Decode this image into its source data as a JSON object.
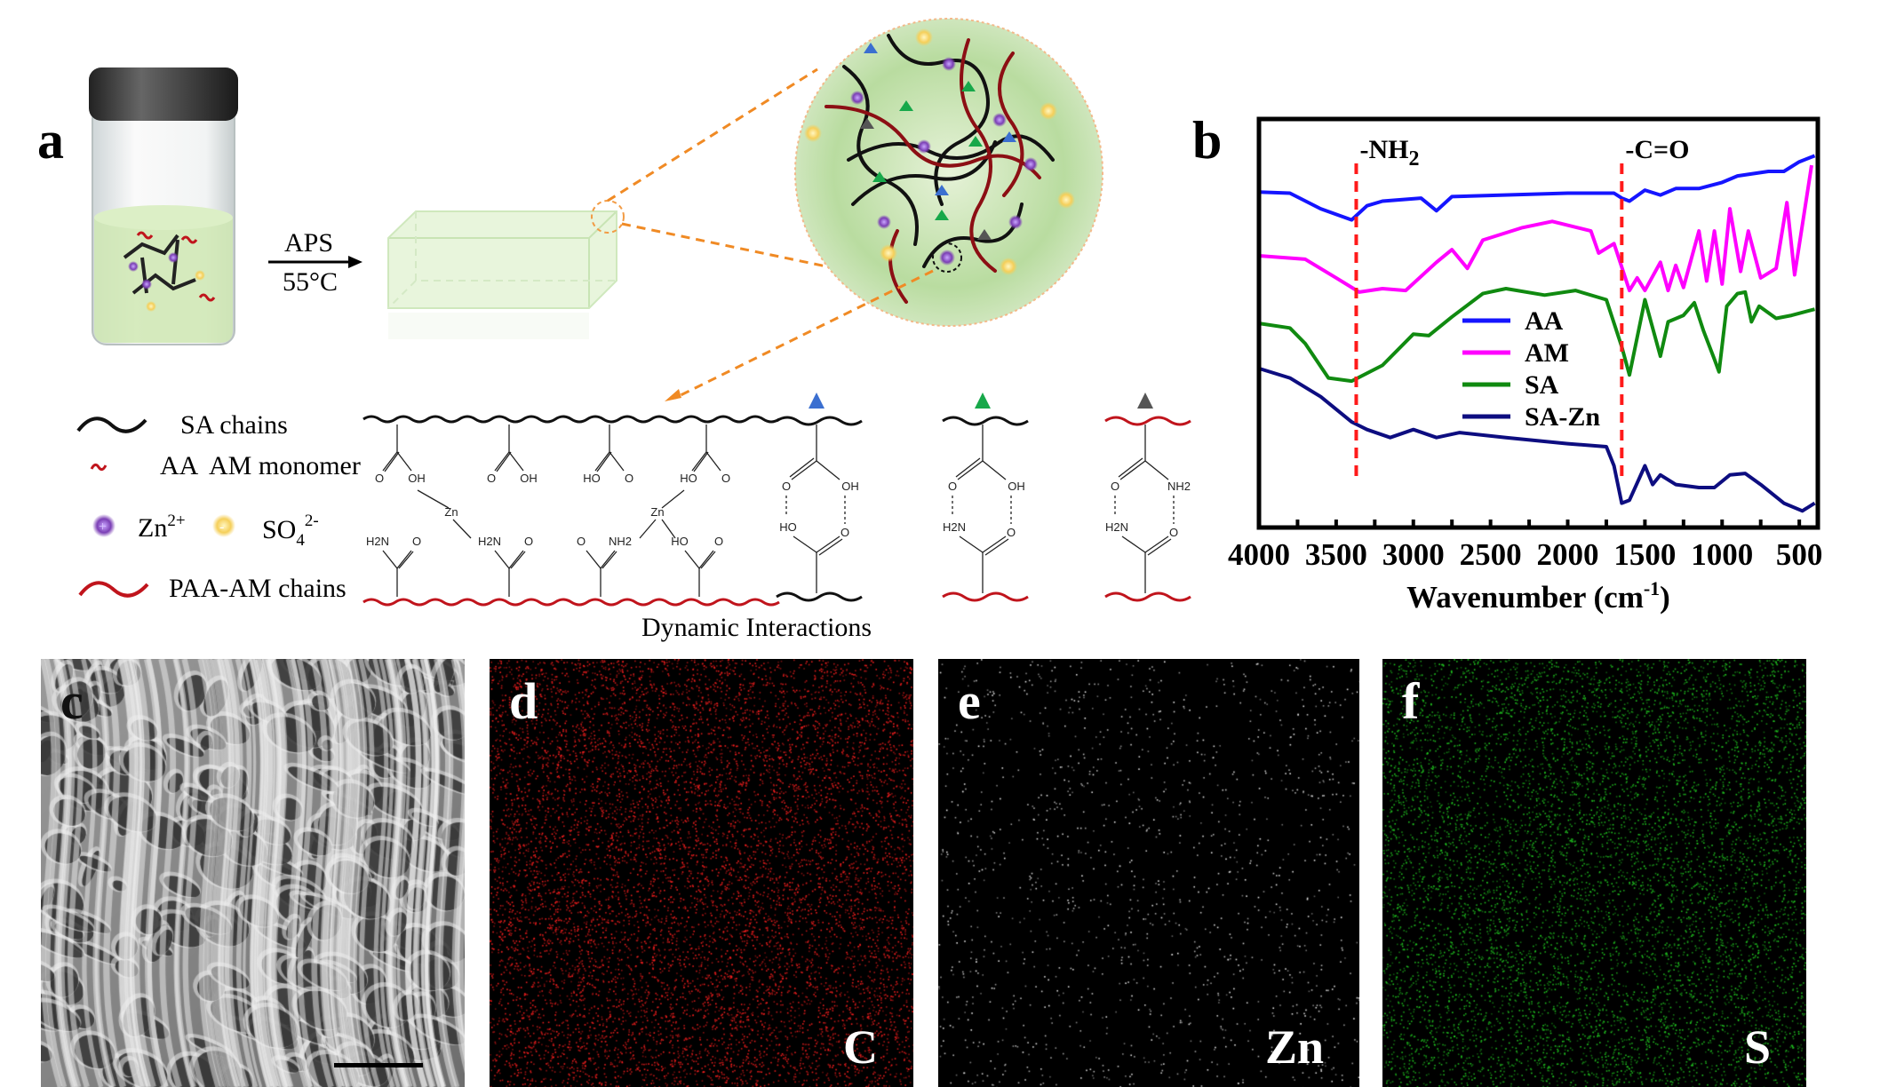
{
  "panel_labels": {
    "a": "a",
    "b": "b",
    "c": "c",
    "d": "d",
    "e": "e",
    "f": "f"
  },
  "panel_a": {
    "reaction": {
      "initiator": "APS",
      "temperature": "55°C"
    },
    "legend": {
      "sa_chains": "SA chains",
      "monomer": "AA  AM monomer",
      "zn": "Zn",
      "zn_sup": "2+",
      "so4": "SO",
      "so4_sub": "4",
      "so4_sup": "2-",
      "paa_chains": "PAA-AM chains"
    },
    "caption": "Dynamic Interactions",
    "chem": {
      "O": "O",
      "OH": "OH",
      "HO": "HO",
      "Zn": "Zn",
      "H2N": "H2N",
      "NH2": "NH2"
    },
    "colors": {
      "sa_chain": "#111111",
      "paa_chain": "#c0141c",
      "zn": "#7b3fb5",
      "so4": "#f5cf5a",
      "tri_blue": "#3b6fd0",
      "tri_green": "#17a84a",
      "tri_gray": "#555555",
      "dash": "#f08a24"
    }
  },
  "chart_data": {
    "type": "line",
    "title": "",
    "xlabel": "Wavenumber (cm",
    "xlabel_sup": "-1",
    "xlabel_end": ")",
    "ylabel": "",
    "xlim": [
      4000,
      380
    ],
    "ylim": [
      0,
      100
    ],
    "xticks": [
      4000,
      3500,
      3000,
      2500,
      2000,
      1500,
      1000,
      500
    ],
    "xtick_labels": [
      "4000",
      "3500",
      "3000",
      "2500",
      "2000",
      "1500",
      "1000",
      "500"
    ],
    "legend_placement": "center",
    "annotations": [
      {
        "text": "-NH",
        "sub": "2",
        "x": 3370
      },
      {
        "text": "-C=O",
        "x": 1650
      }
    ],
    "series": [
      {
        "name": "AA",
        "color": "#1515ff",
        "points": [
          [
            4000,
            86
          ],
          [
            3800,
            85.7
          ],
          [
            3600,
            81.6
          ],
          [
            3400,
            78.7
          ],
          [
            3300,
            82.4
          ],
          [
            3200,
            83.6
          ],
          [
            2950,
            84.4
          ],
          [
            2850,
            81.1
          ],
          [
            2750,
            84.8
          ],
          [
            2000,
            85.7
          ],
          [
            1700,
            85.7
          ],
          [
            1650,
            84.4
          ],
          [
            1600,
            83.6
          ],
          [
            1500,
            86.5
          ],
          [
            1400,
            85.2
          ],
          [
            1300,
            86.9
          ],
          [
            1150,
            86.9
          ],
          [
            1000,
            88.5
          ],
          [
            900,
            90.2
          ],
          [
            700,
            91.4
          ],
          [
            600,
            91.4
          ],
          [
            500,
            93.9
          ],
          [
            400,
            95.5
          ]
        ]
      },
      {
        "name": "AM",
        "color": "#ff00ff",
        "points": [
          [
            4000,
            69.3
          ],
          [
            3700,
            68.4
          ],
          [
            3500,
            63.5
          ],
          [
            3350,
            59.8
          ],
          [
            3200,
            60.7
          ],
          [
            3050,
            60.2
          ],
          [
            2850,
            67.6
          ],
          [
            2750,
            70.9
          ],
          [
            2650,
            66
          ],
          [
            2550,
            73.4
          ],
          [
            2300,
            76.6
          ],
          [
            2100,
            78.3
          ],
          [
            1850,
            75.8
          ],
          [
            1800,
            70
          ],
          [
            1700,
            72.5
          ],
          [
            1600,
            60.2
          ],
          [
            1550,
            63.5
          ],
          [
            1500,
            60.2
          ],
          [
            1400,
            67.6
          ],
          [
            1350,
            60.2
          ],
          [
            1300,
            66.8
          ],
          [
            1250,
            61
          ],
          [
            1150,
            75.8
          ],
          [
            1100,
            62.7
          ],
          [
            1050,
            75.8
          ],
          [
            1000,
            61.9
          ],
          [
            950,
            81.6
          ],
          [
            880,
            65.2
          ],
          [
            830,
            75.8
          ],
          [
            750,
            63.5
          ],
          [
            650,
            66
          ],
          [
            580,
            83.2
          ],
          [
            530,
            64.3
          ],
          [
            420,
            93
          ]
        ]
      },
      {
        "name": "SA",
        "color": "#108a10",
        "points": [
          [
            4000,
            51.6
          ],
          [
            3800,
            50.4
          ],
          [
            3700,
            46.3
          ],
          [
            3550,
            37.3
          ],
          [
            3400,
            36.5
          ],
          [
            3200,
            40.6
          ],
          [
            3000,
            48.8
          ],
          [
            2900,
            48.4
          ],
          [
            2750,
            53.3
          ],
          [
            2550,
            59.4
          ],
          [
            2400,
            60.7
          ],
          [
            2150,
            59
          ],
          [
            1950,
            60.2
          ],
          [
            1750,
            57.8
          ],
          [
            1650,
            45.5
          ],
          [
            1600,
            38.1
          ],
          [
            1500,
            57.8
          ],
          [
            1400,
            43
          ],
          [
            1350,
            52
          ],
          [
            1250,
            53.7
          ],
          [
            1180,
            57
          ],
          [
            1120,
            49.6
          ],
          [
            1050,
            42.2
          ],
          [
            1020,
            38.9
          ],
          [
            970,
            56.1
          ],
          [
            900,
            59.4
          ],
          [
            850,
            59.8
          ],
          [
            810,
            52
          ],
          [
            760,
            56.1
          ],
          [
            650,
            52.9
          ],
          [
            550,
            53.7
          ],
          [
            400,
            55.3
          ]
        ]
      },
      {
        "name": "SA-Zn",
        "color": "#0d0d80",
        "points": [
          [
            4000,
            39.8
          ],
          [
            3800,
            37.3
          ],
          [
            3600,
            32.4
          ],
          [
            3400,
            25.8
          ],
          [
            3300,
            23.8
          ],
          [
            3150,
            21.7
          ],
          [
            3000,
            23.8
          ],
          [
            2850,
            21.7
          ],
          [
            2700,
            23
          ],
          [
            2400,
            21.7
          ],
          [
            2000,
            20.1
          ],
          [
            1750,
            19.3
          ],
          [
            1700,
            14.3
          ],
          [
            1650,
            4.5
          ],
          [
            1600,
            5.3
          ],
          [
            1500,
            14.3
          ],
          [
            1450,
            9.4
          ],
          [
            1400,
            11.9
          ],
          [
            1300,
            9.4
          ],
          [
            1150,
            8.6
          ],
          [
            1050,
            8.6
          ],
          [
            950,
            11.9
          ],
          [
            850,
            12.3
          ],
          [
            750,
            9.4
          ],
          [
            600,
            4.5
          ],
          [
            480,
            2.5
          ],
          [
            400,
            4.5
          ]
        ]
      }
    ]
  },
  "maps": {
    "d": {
      "element": "C",
      "dot_color": "#ff2020"
    },
    "e": {
      "element": "Zn",
      "dot_color": "#e8e8e8"
    },
    "f": {
      "element": "S",
      "dot_color": "#22cc22"
    }
  }
}
